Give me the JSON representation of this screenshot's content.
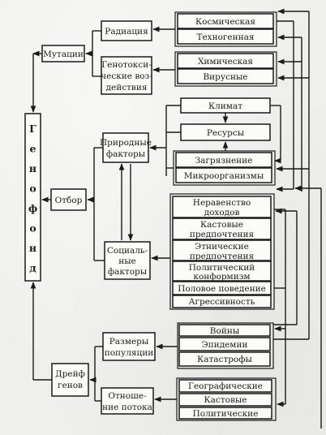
{
  "genofond": "Генофонд",
  "mutations": "Мутации",
  "selection": "Отбор",
  "drift": [
    "Дрейф",
    "генов"
  ],
  "radiation": "Радиация",
  "genotoxic": [
    "Генотокси-",
    "ческие воз-",
    "действия"
  ],
  "natural": [
    "Природные",
    "факторы"
  ],
  "social": [
    "Социаль-",
    "ные",
    "факторы"
  ],
  "popsize": [
    "Размеры",
    "популяции"
  ],
  "flowrel": [
    "Отноше-",
    "ние потока"
  ],
  "cosmic": "Космическая",
  "technogenic": "Техногенная",
  "chemical": "Химическая",
  "viral": "Вирусные",
  "climate": "Климат",
  "resources": "Ресурсы",
  "pollution": "Загрязнение",
  "microorg": "Микроорганизмы",
  "inequality": [
    "Неравенство",
    "доходов"
  ],
  "caste_pref": [
    "Кастовые",
    "предпочтения"
  ],
  "ethnic_pref": [
    "Этнические",
    "предпочтения"
  ],
  "polit_conf": [
    "Политический",
    "конформизм"
  ],
  "sexual": "Половое поведение",
  "aggression": "Агрессивность",
  "wars": "Войны",
  "epidemics": "Эпидемии",
  "catastrophes": "Катастрофы",
  "geographic": "Географические",
  "caste": "Кастовые",
  "political": "Политические"
}
